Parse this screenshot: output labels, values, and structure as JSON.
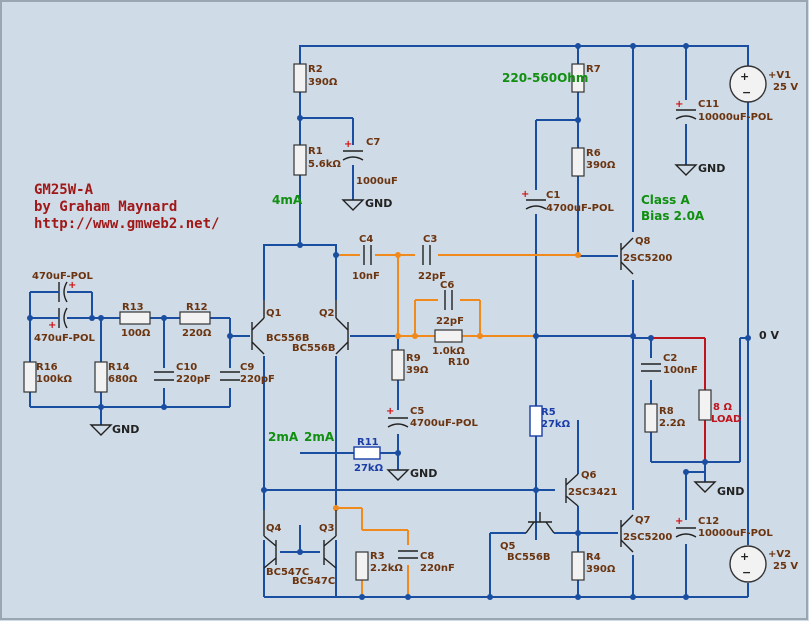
{
  "title": {
    "line1": "GM25W-A",
    "line2": "by Graham Maynard",
    "line3": "http://www.gmweb2.net/"
  },
  "notes": {
    "r7_range": "220-560Ohm",
    "class_a": "Class A",
    "bias": "Bias 2.0A",
    "current_4ma": "4mA",
    "current_2ma_a": "2mA",
    "current_2ma_b": "2mA"
  },
  "components": {
    "R2": {
      "name": "R2",
      "value": "390Ω"
    },
    "R1": {
      "name": "R1",
      "value": "5.6kΩ"
    },
    "C7": {
      "name": "C7",
      "value": "1000uF"
    },
    "C4": {
      "name": "C4",
      "value": "10nF"
    },
    "C3": {
      "name": "C3",
      "value": "22pF"
    },
    "C6": {
      "name": "C6",
      "value": "22pF"
    },
    "R10": {
      "name": "R10",
      "value": "1.0kΩ"
    },
    "R9": {
      "name": "R9",
      "value": "39Ω"
    },
    "C5": {
      "name": "C5",
      "value": "4700uF-POL"
    },
    "R11": {
      "name": "R11",
      "value": "27kΩ"
    },
    "R7": {
      "name": "R7",
      "value": ""
    },
    "R6": {
      "name": "R6",
      "value": "390Ω"
    },
    "C1": {
      "name": "C1",
      "value": "4700uF-POL"
    },
    "R5": {
      "name": "R5",
      "value": "27kΩ"
    },
    "R4": {
      "name": "R4",
      "value": "390Ω"
    },
    "R3": {
      "name": "R3",
      "value": "2.2kΩ"
    },
    "C8": {
      "name": "C8",
      "value": "220nF"
    },
    "C2": {
      "name": "C2",
      "value": "100nF"
    },
    "R8": {
      "name": "R8",
      "value": "2.2Ω"
    },
    "LOAD": {
      "name": "8 Ω",
      "value": "LOAD"
    },
    "C11": {
      "name": "C11",
      "value": "10000uF-POL"
    },
    "C12": {
      "name": "C12",
      "value": "10000uF-POL"
    },
    "V1": {
      "name": "+V1",
      "value": "25 V"
    },
    "V2": {
      "name": "+V2",
      "value": "25 V"
    },
    "Cin1": {
      "name": "470uF-POL",
      "value": ""
    },
    "Cin2": {
      "name": "470uF-POL",
      "value": ""
    },
    "R13": {
      "name": "R13",
      "value": "100Ω"
    },
    "R12": {
      "name": "R12",
      "value": "220Ω"
    },
    "R16": {
      "name": "R16",
      "value": "100kΩ"
    },
    "R14": {
      "name": "R14",
      "value": "680Ω"
    },
    "C10": {
      "name": "C10",
      "value": "220pF"
    },
    "C9": {
      "name": "C9",
      "value": "220pF"
    },
    "Q1": {
      "name": "Q1",
      "value": "BC556B"
    },
    "Q2": {
      "name": "Q2",
      "value": "BC556B"
    },
    "Q3": {
      "name": "Q3",
      "value": "BC547C"
    },
    "Q4": {
      "name": "Q4",
      "value": "BC547C"
    },
    "Q5": {
      "name": "Q5",
      "value": "BC556B"
    },
    "Q6": {
      "name": "Q6",
      "value": "2SC3421"
    },
    "Q7": {
      "name": "Q7",
      "value": "2SC5200"
    },
    "Q8": {
      "name": "Q8",
      "value": "2SC5200"
    }
  },
  "labels": {
    "gnd": "GND",
    "zero_v": "0 V"
  }
}
